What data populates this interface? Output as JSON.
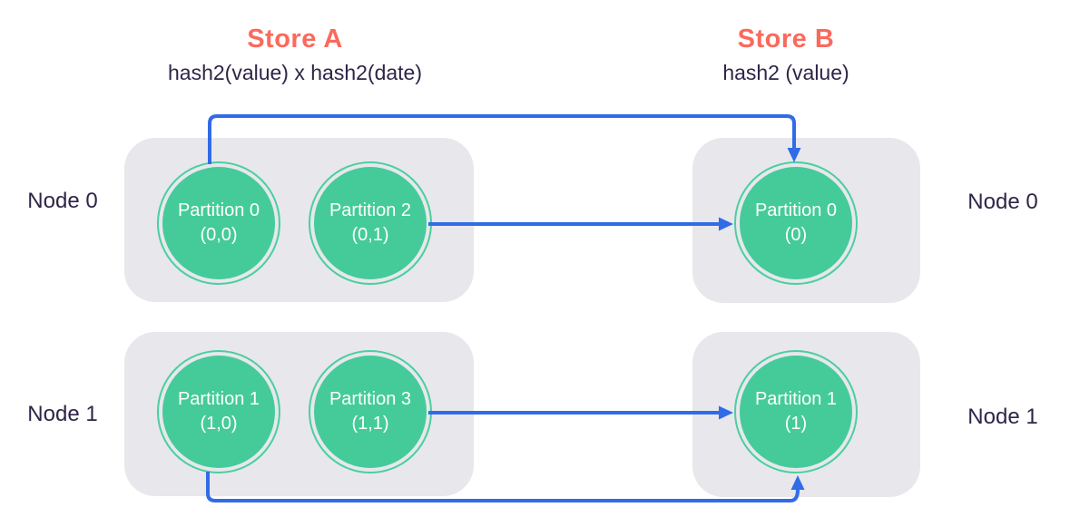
{
  "colors": {
    "accent_coral": "#FA6A5C",
    "text_navy": "#2F2547",
    "node_bg": "#E8E7EC",
    "partition_green": "#44CB99",
    "ring_green": "#4ACFA0",
    "arrow_blue": "#316BE8",
    "partition_text": "#FFFFFF",
    "background": "#FFFFFF"
  },
  "stores": [
    {
      "id": "store-a",
      "title": "Store A",
      "subtitle": "hash2(value) x hash2(date)",
      "nodes": [
        {
          "label": "Node 0",
          "partitions": [
            {
              "name": "Partition 0",
              "index": "(0,0)"
            },
            {
              "name": "Partition 2",
              "index": "(0,1)"
            }
          ]
        },
        {
          "label": "Node 1",
          "partitions": [
            {
              "name": "Partition 1",
              "index": "(1,0)"
            },
            {
              "name": "Partition 3",
              "index": "(1,1)"
            }
          ]
        }
      ]
    },
    {
      "id": "store-b",
      "title": "Store B",
      "subtitle": "hash2 (value)",
      "nodes": [
        {
          "label": "Node 0",
          "partitions": [
            {
              "name": "Partition 0",
              "index": "(0)"
            }
          ]
        },
        {
          "label": "Node 1",
          "partitions": [
            {
              "name": "Partition 1",
              "index": "(1)"
            }
          ]
        }
      ]
    }
  ],
  "arrows": [
    {
      "from": "store-a partition 0 (0,0)",
      "to": "store-b partition 0 (0)",
      "route": "over-top"
    },
    {
      "from": "store-a partition 2 (0,1)",
      "to": "store-b partition 0 (0)",
      "route": "direct-horizontal"
    },
    {
      "from": "store-a partition 3 (1,1)",
      "to": "store-b partition 1 (1)",
      "route": "direct-horizontal"
    },
    {
      "from": "store-a partition 1 (1,0)",
      "to": "store-b partition 1 (1)",
      "route": "under-bottom"
    }
  ]
}
